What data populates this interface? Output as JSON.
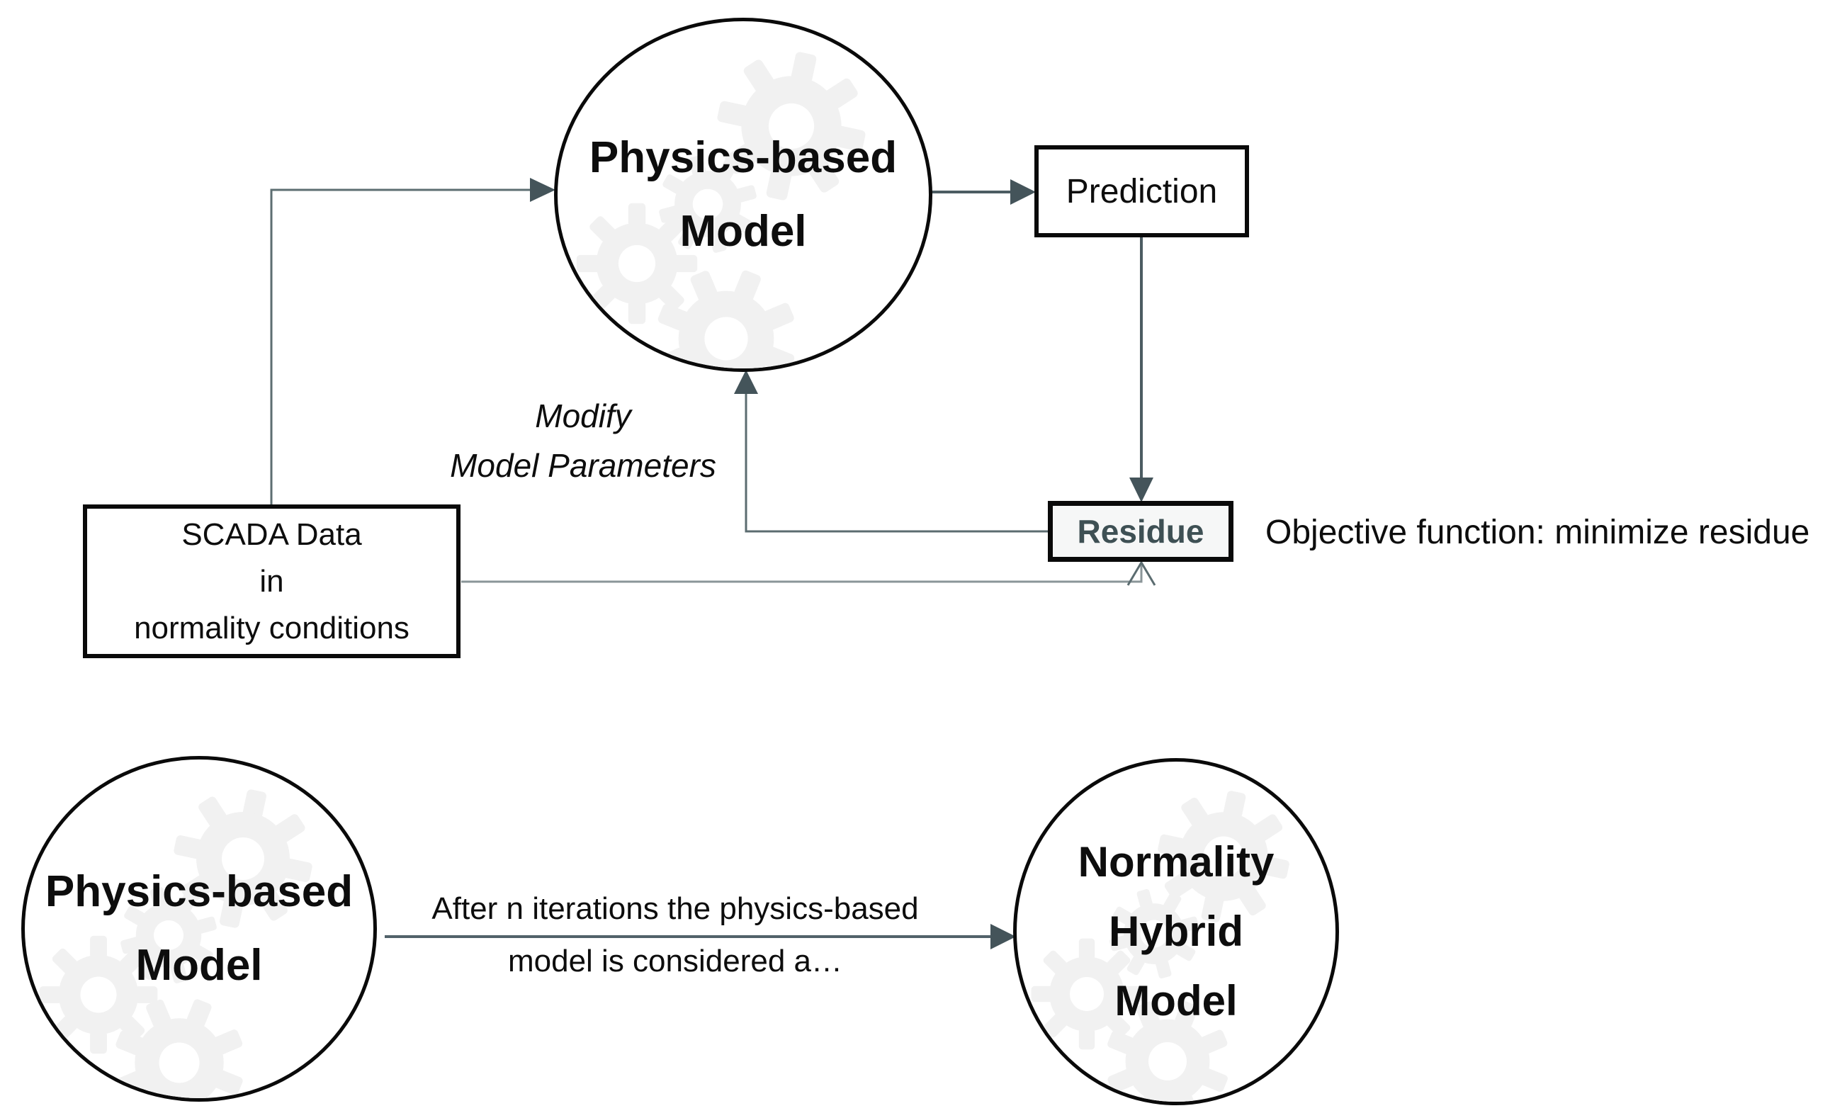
{
  "colors": {
    "shape_border": "#0a0a0a",
    "connector_line": "#5b6c70",
    "connector_line_dark": "#4c5c62",
    "connector_line_light": "#8a9598",
    "arrowhead": "#44545a",
    "residue_fill": "#f6f7f7",
    "residue_text": "#3e5054",
    "gear": "#f1f1f1",
    "text": "#0d0d0d"
  },
  "top_flow": {
    "model_circle": {
      "line1": "Physics-based",
      "line2": "Model"
    },
    "prediction_box": {
      "label": "Prediction"
    },
    "residue_box": {
      "label": "Residue"
    },
    "objective_note": "Objective function: minimize residue",
    "modify_label": {
      "line1": "Modify",
      "line2": "Model Parameters"
    },
    "scada_box": {
      "line1": "SCADA Data",
      "line2": "in",
      "line3": "normality conditions"
    }
  },
  "bottom_flow": {
    "physics_circle": {
      "line1": "Physics-based",
      "line2": "Model"
    },
    "arrow_caption": {
      "line1": "After n iterations the physics-based",
      "line2": "model is considered a…"
    },
    "hybrid_circle": {
      "line1": "Normality",
      "line2": "Hybrid",
      "line3": "Model"
    }
  }
}
